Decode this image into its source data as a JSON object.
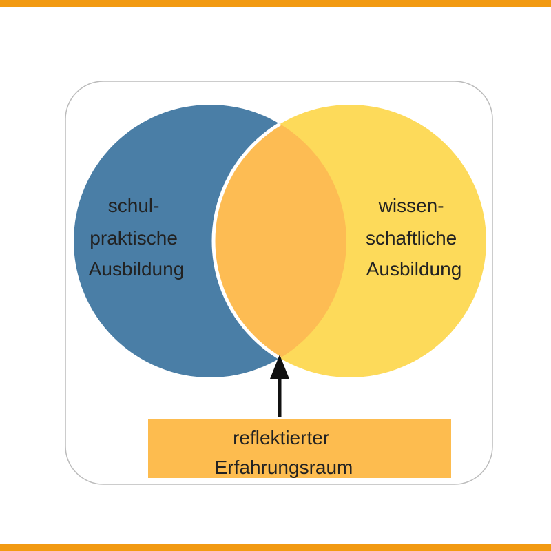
{
  "colors": {
    "accent_bar": "#F29A12",
    "left_circle": "#4A7EA6",
    "right_circle": "#FDDA5A",
    "intersection": "#FDBC53",
    "box_fill": "#FDBC4F",
    "frame_border": "#BBBBBB",
    "arrow": "#111111",
    "text": "#222222"
  },
  "diagram": {
    "left_set": {
      "lines": [
        "schul-",
        "praktische",
        "Ausbildung"
      ]
    },
    "right_set": {
      "lines": [
        "wissen-",
        "schaftliche",
        "Ausbildung"
      ]
    },
    "callout": {
      "lines": [
        "reflektierter",
        "Erfahrungsraum"
      ],
      "arrow_icon": "arrow-up-icon"
    }
  }
}
